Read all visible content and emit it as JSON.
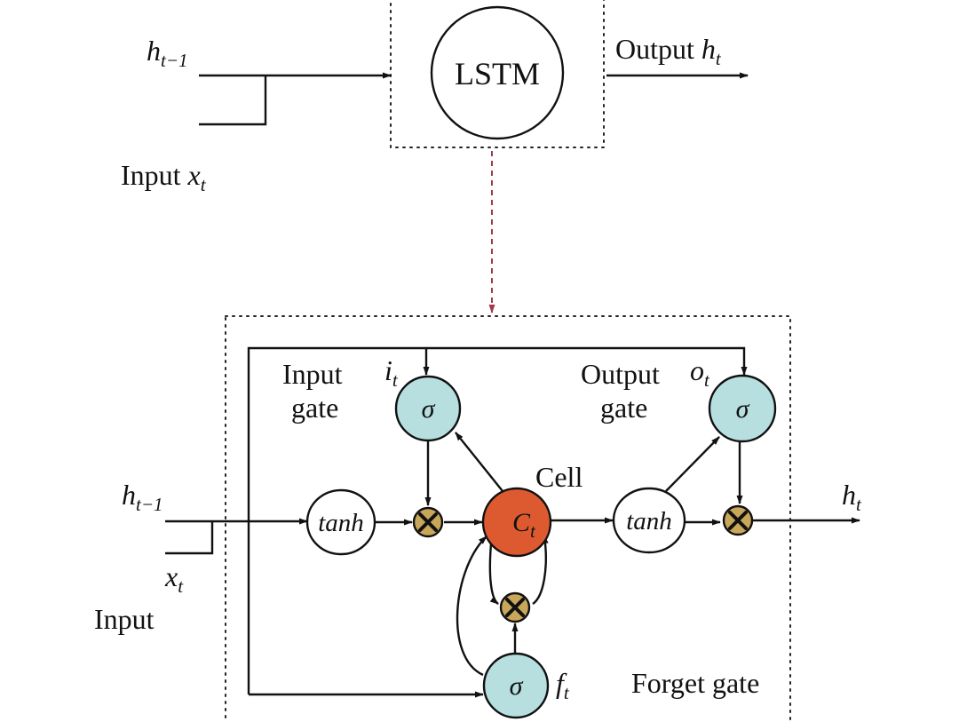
{
  "top": {
    "h_prev": "h",
    "h_prev_sub": "t−1",
    "input_label": "Input ",
    "input_var": "x",
    "input_sub": "t",
    "lstm_label": "LSTM",
    "output_label": "Output ",
    "output_var": "h",
    "output_sub": "t"
  },
  "cell": {
    "h_prev": "h",
    "h_prev_sub": "t−1",
    "x_var": "x",
    "x_sub": "t",
    "input_label": "Input",
    "h_out": "h",
    "h_out_sub": "t",
    "input_gate_line1": "Input",
    "input_gate_line2": "gate",
    "i_var": "i",
    "i_sub": "t",
    "output_gate_line1": "Output",
    "output_gate_line2": "gate",
    "o_var": "o",
    "o_sub": "t",
    "cell_label": "Cell",
    "c_var": "C",
    "c_sub": "t",
    "tanh_left": "tanh",
    "tanh_right": "tanh",
    "sigma_symbol": "σ",
    "f_var": "f",
    "f_sub": "t",
    "forget_gate_label": "Forget gate"
  },
  "colors": {
    "gate_fill": "#b7dfe0",
    "cell_fill": "#dd5a31",
    "multiply_fill": "#c9a75a",
    "connector": "#a33a4a"
  }
}
